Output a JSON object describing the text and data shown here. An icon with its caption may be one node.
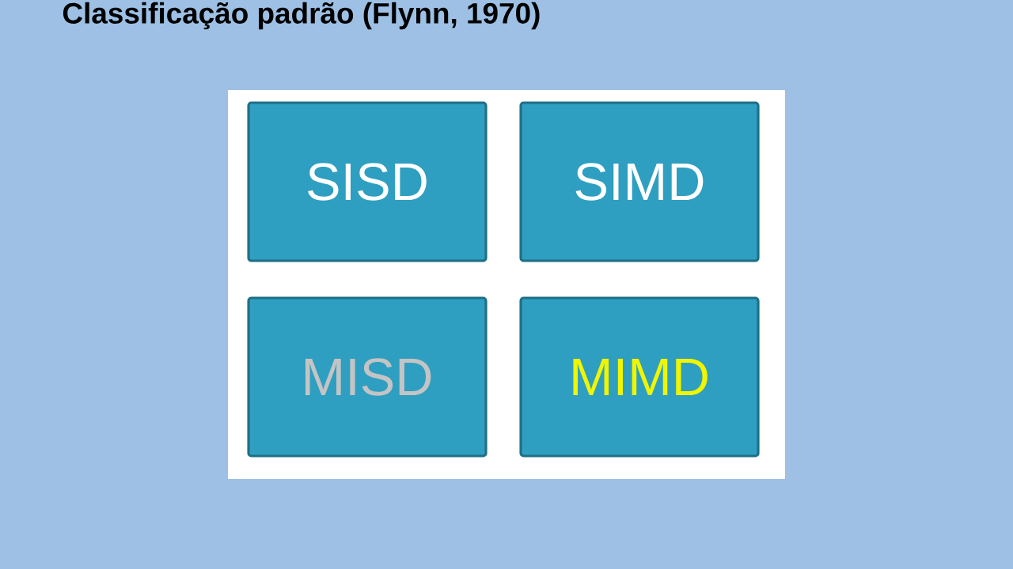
{
  "diagram": {
    "title": "Classificação padrão (Flynn, 1970)",
    "nodes": [
      {
        "text": [
          "SISD"
        ]
      },
      {
        "text": [
          "SIMD"
        ]
      },
      {
        "text": [
          "MISD"
        ]
      },
      {
        "text": [
          "MIMD"
        ]
      }
    ]
  }
}
